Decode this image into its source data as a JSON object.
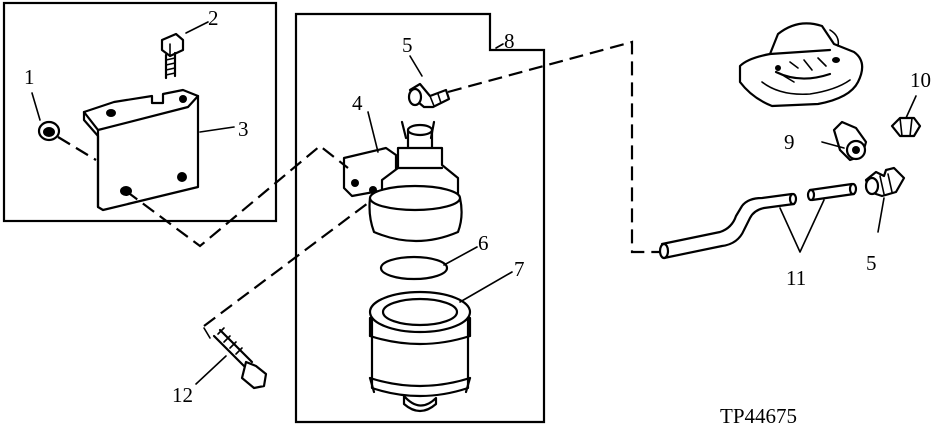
{
  "figure_id": "TP44675",
  "callouts": {
    "c1": "1",
    "c2": "2",
    "c3": "3",
    "c4": "4",
    "c5a": "5",
    "c5b": "5",
    "c6": "6",
    "c7": "7",
    "c8": "8",
    "c9": "9",
    "c10": "10",
    "c11": "11",
    "c12": "12"
  }
}
